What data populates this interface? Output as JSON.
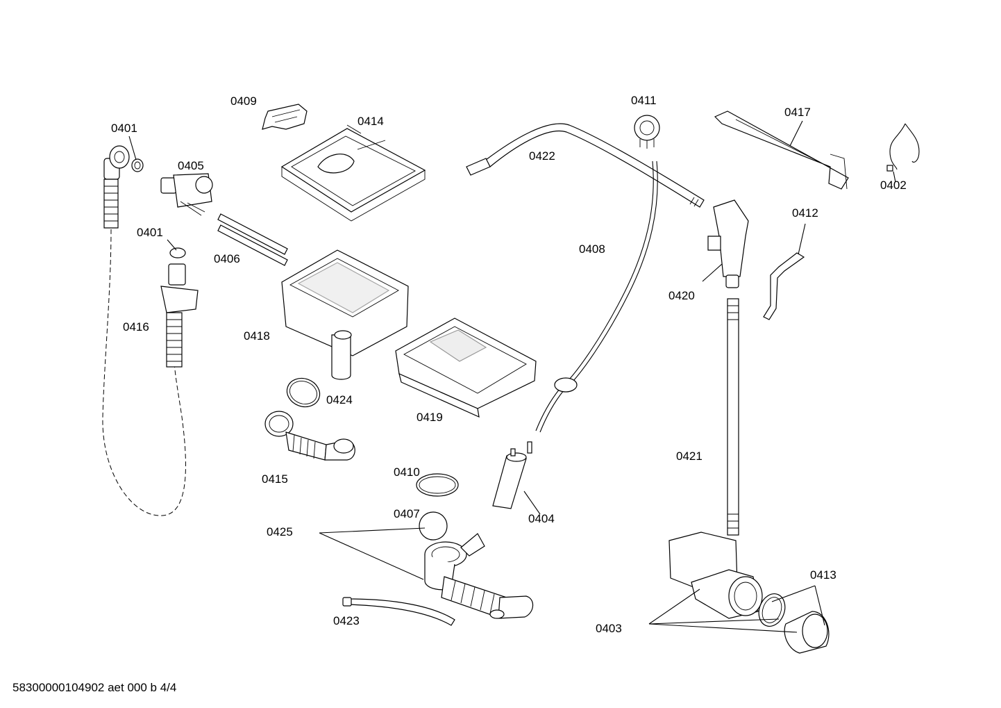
{
  "labels": {
    "p0401a": "0401",
    "p0401b": "0401",
    "p0402": "0402",
    "p0403": "0403",
    "p0404": "0404",
    "p0405": "0405",
    "p0406": "0406",
    "p0407": "0407",
    "p0408": "0408",
    "p0409": "0409",
    "p0410": "0410",
    "p0411": "0411",
    "p0412": "0412",
    "p0413": "0413",
    "p0414": "0414",
    "p0415": "0415",
    "p0416": "0416",
    "p0417": "0417",
    "p0418": "0418",
    "p0419": "0419",
    "p0420": "0420",
    "p0421": "0421",
    "p0422": "0422",
    "p0423": "0423",
    "p0424": "0424",
    "p0425": "0425"
  },
  "footer": "58300000104902 aet 000 b 4/4"
}
